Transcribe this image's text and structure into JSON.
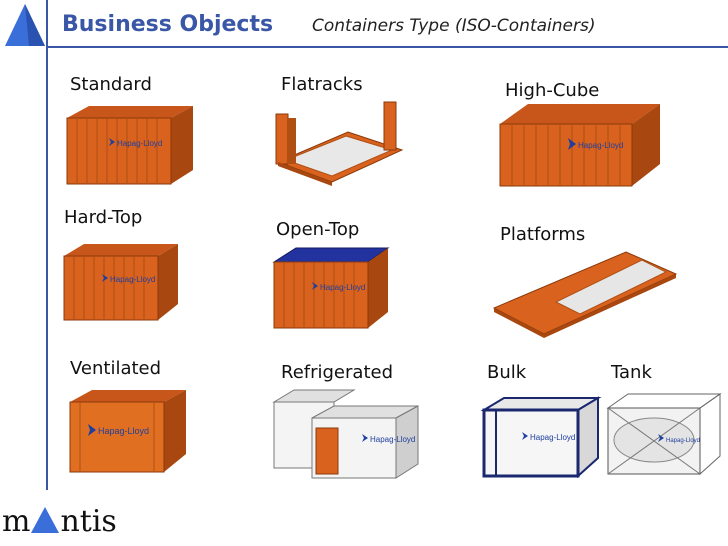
{
  "header": {
    "title": "Business Objects",
    "subtitle": "Containers Type (ISO-Containers)"
  },
  "containers": [
    {
      "label": "Standard",
      "brand_text": "Hapag-Lloyd"
    },
    {
      "label": "Flatracks"
    },
    {
      "label": "High-Cube",
      "brand_text": "Hapag-Lloyd"
    },
    {
      "label": "Hard-Top",
      "brand_text": "Hapag-Lloyd"
    },
    {
      "label": "Open-Top",
      "brand_text": "Hapag-Lloyd"
    },
    {
      "label": "Platforms"
    },
    {
      "label": "Ventilated",
      "brand_text": "Hapag-Lloyd"
    },
    {
      "label": "Refrigerated",
      "brand_text": "Hapag-Lloyd"
    },
    {
      "label": "Bulk",
      "brand_text": "Hapag-Lloyd"
    },
    {
      "label": "Tank",
      "brand_text": "Hapag-Lloyd"
    }
  ],
  "footer": {
    "brand_prefix": "m",
    "brand_suffix": "ntis"
  },
  "colors": {
    "accent": "#3a57a7",
    "container_orange": "#d9621e",
    "container_dark": "#a8470f",
    "roof_blue": "#2233a0",
    "white_body": "#f4f4f4"
  },
  "icons": {
    "logo": "blue-triangle-icon"
  }
}
